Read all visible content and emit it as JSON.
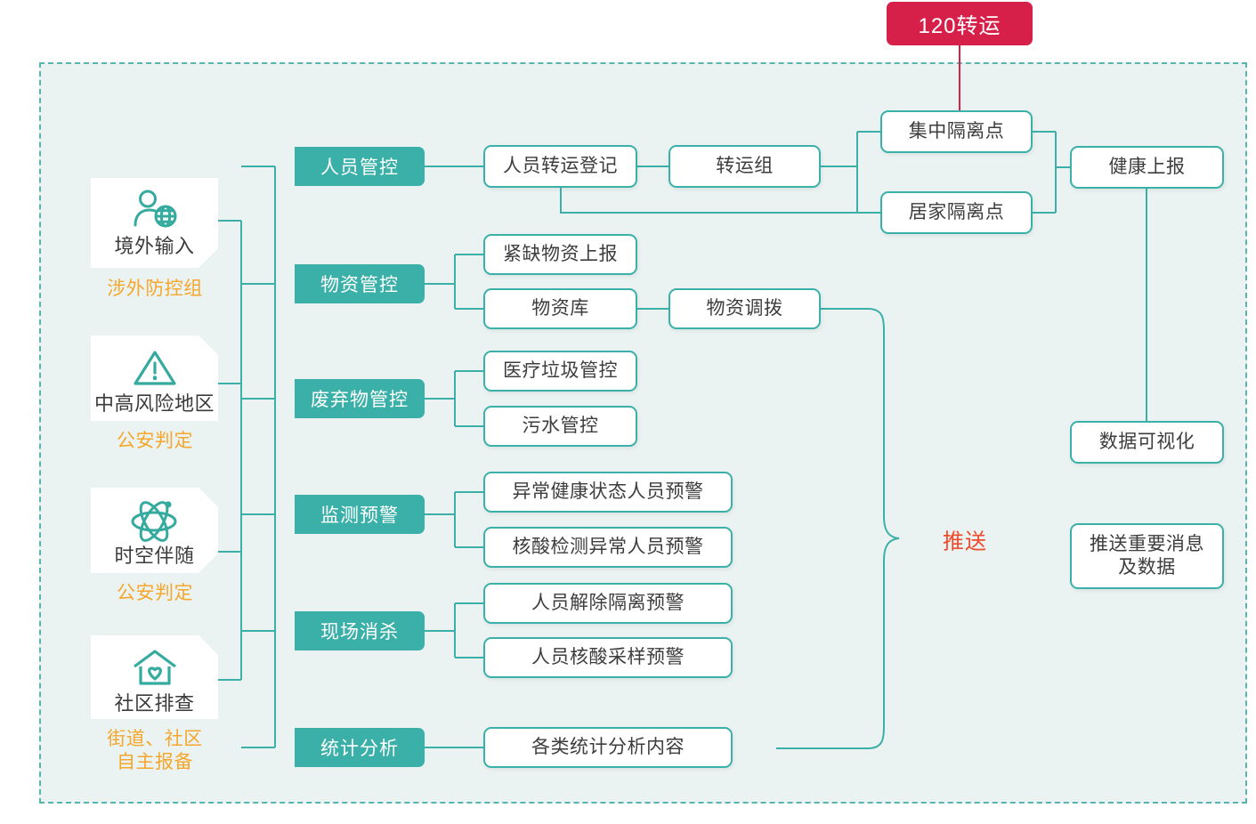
{
  "theme": {
    "teal": "#3bb0a8",
    "panel_bg": "#eaf3f1",
    "panel_border": "#57b5ae",
    "red": "#d6204a",
    "orange_sub": "#f5a62c",
    "push_red": "#ef4a2a",
    "node_text": "#3d3d3d"
  },
  "banner": {
    "label": "120转运"
  },
  "sources": [
    {
      "icon": "overseas-person-globe-icon",
      "label": "境外输入",
      "sub": "涉外防控组"
    },
    {
      "icon": "warning-triangle-icon",
      "label": "中高风险地区",
      "sub": "公安判定"
    },
    {
      "icon": "atom-orbit-icon",
      "label": "时空伴随",
      "sub": "公安判定"
    },
    {
      "icon": "house-heart-icon",
      "label": "社区排查",
      "sub": "街道、社区\n自主报备"
    }
  ],
  "categories": [
    {
      "label": "人员管控"
    },
    {
      "label": "物资管控"
    },
    {
      "label": "废弃物管控"
    },
    {
      "label": "监测预警"
    },
    {
      "label": "现场消杀"
    },
    {
      "label": "统计分析"
    }
  ],
  "nodes": {
    "transfer_register": "人员转运登记",
    "transfer_group": "转运组",
    "central_quarantine": "集中隔离点",
    "home_quarantine": "居家隔离点",
    "health_report": "健康上报",
    "data_visual": "数据可视化",
    "push_message": "推送重要消息\n及数据",
    "urgent_supply_report": "紧缺物资上报",
    "supply_warehouse": "物资库",
    "supply_dispatch": "物资调拨",
    "medical_waste": "医疗垃圾管控",
    "sewage_control": "污水管控",
    "alert_abnormal_health": "异常健康状态人员预警",
    "alert_abnormal_pcr": "核酸检测异常人员预警",
    "alert_release_quarantine": "人员解除隔离预警",
    "alert_pcr_sampling": "人员核酸采样预警",
    "stat_contents": "各类统计分析内容"
  },
  "push_label": "推送"
}
